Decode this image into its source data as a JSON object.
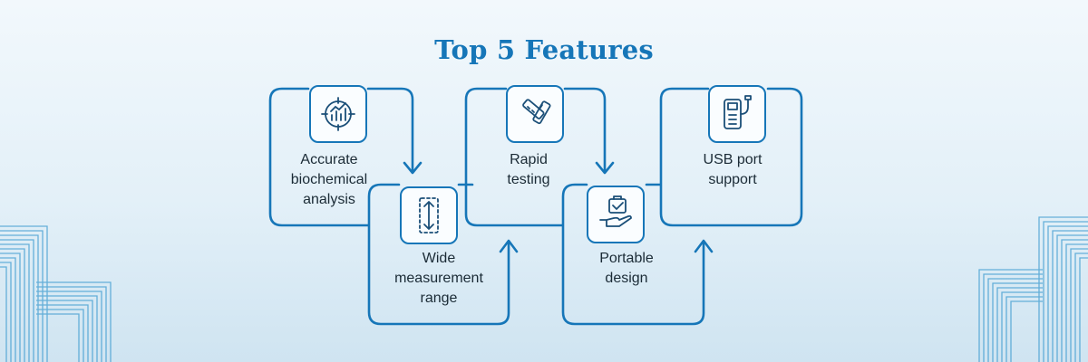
{
  "title": "Top 5 Features",
  "features": [
    {
      "label": "Accurate\nbiochemical\nanalysis",
      "icon": "chart-target-icon"
    },
    {
      "label": "Wide\nmeasurement\nrange",
      "icon": "vertical-range-icon"
    },
    {
      "label": "Rapid\ntesting",
      "icon": "test-strip-icon"
    },
    {
      "label": "Portable\ndesign",
      "icon": "hand-case-icon"
    },
    {
      "label": "USB port\nsupport",
      "icon": "usb-device-icon"
    }
  ],
  "colors": {
    "accent": "#1676b8",
    "text": "#1b2b36",
    "background": "#e8f3f9"
  }
}
